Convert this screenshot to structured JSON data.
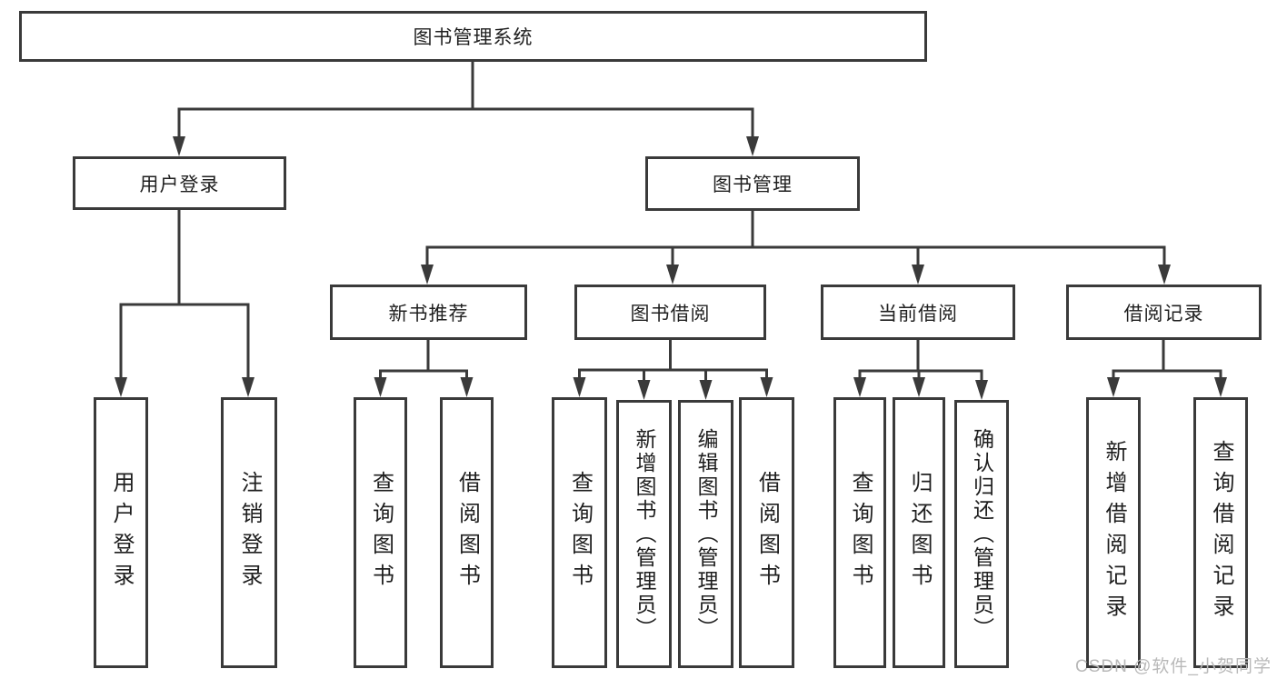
{
  "diagram": {
    "root": {
      "label": "图书管理系统"
    },
    "level2": [
      {
        "label": "用户登录"
      },
      {
        "label": "图书管理"
      }
    ],
    "level3": [
      {
        "label": "新书推荐"
      },
      {
        "label": "图书借阅"
      },
      {
        "label": "当前借阅"
      },
      {
        "label": "借阅记录"
      }
    ],
    "leaves": [
      {
        "label": "用户登录"
      },
      {
        "label": "注销登录"
      },
      {
        "label": "查询图书"
      },
      {
        "label": "借阅图书"
      },
      {
        "label": "查询图书"
      },
      {
        "label": "新增图书（管理员）"
      },
      {
        "label": "编辑图书（管理员）"
      },
      {
        "label": "借阅图书"
      },
      {
        "label": "查询图书"
      },
      {
        "label": "归还图书"
      },
      {
        "label": "确认归还（管理员）"
      },
      {
        "label": "新增借阅记录"
      },
      {
        "label": "查询借阅记录"
      }
    ]
  },
  "watermark": {
    "text": "CSDN @软件_小贺同学"
  },
  "colors": {
    "line": "#3a3a3a",
    "text": "#1f1f1f",
    "watermark": "#b9b9b9",
    "background": "#ffffff"
  }
}
